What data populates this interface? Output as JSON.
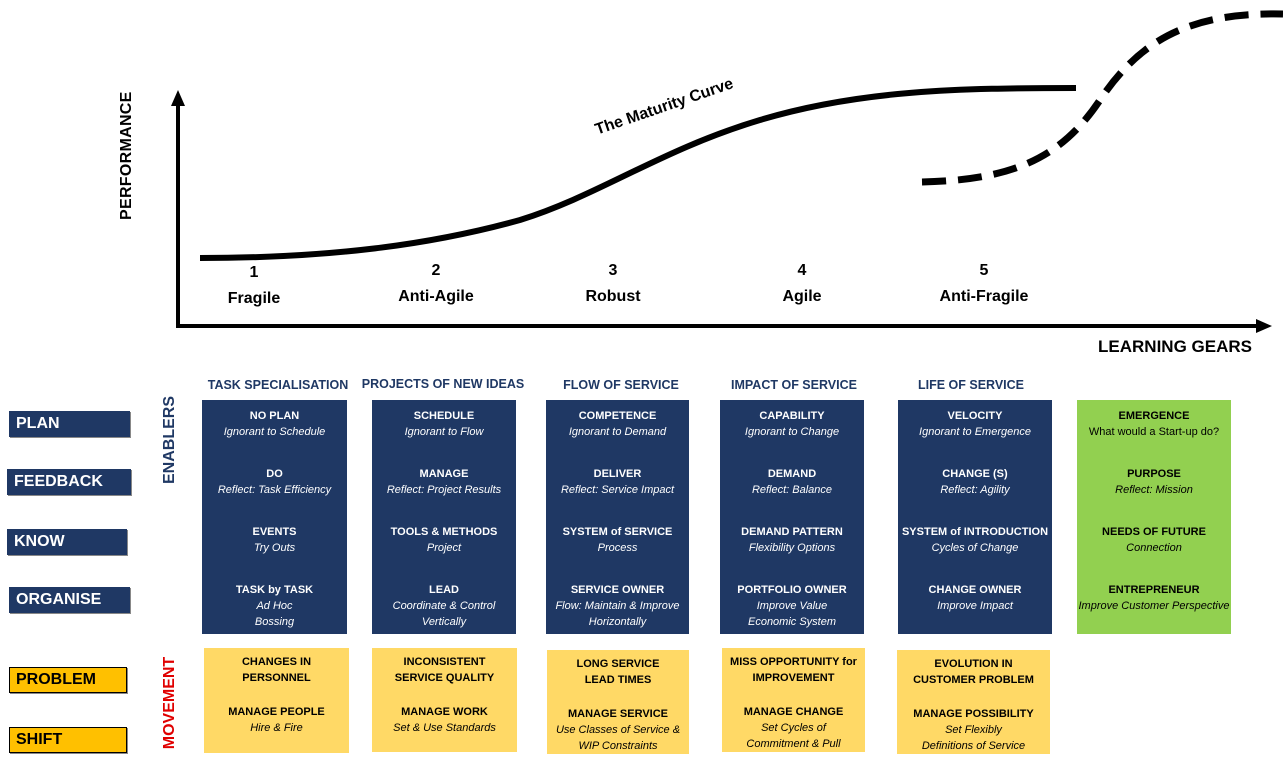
{
  "axes": {
    "y_label": "PERFORMANCE",
    "x_label": "LEARNING GEARS"
  },
  "curve_title": "The Maturity Curve",
  "stages": [
    {
      "num": "1",
      "name": "Fragile"
    },
    {
      "num": "2",
      "name": "Anti-Agile"
    },
    {
      "num": "3",
      "name": "Robust"
    },
    {
      "num": "4",
      "name": "Agile"
    },
    {
      "num": "5",
      "name": "Anti-Fragile"
    }
  ],
  "column_headers": [
    "TASK SPECIALISATION",
    "PROJECTS OF NEW IDEAS",
    "FLOW OF SERVICE",
    "IMPACT OF SERVICE",
    "LIFE OF SERVICE"
  ],
  "side_labels": {
    "plan": "PLAN",
    "feedback": "FEEDBACK",
    "know": "KNOW",
    "organise": "ORGANISE",
    "problem": "PROBLEM",
    "shift": "SHIFT"
  },
  "vertical_labels": {
    "enablers": "ENABLERS",
    "movement": "MOVEMENT"
  },
  "enablers": [
    {
      "plan": {
        "title": "NO PLAN",
        "sub": "Ignorant to Schedule"
      },
      "feedback": {
        "title": "DO",
        "sub": "Reflect: Task Efficiency"
      },
      "know": {
        "title": "EVENTS",
        "sub": "Try Outs"
      },
      "organise": {
        "title": "TASK by TASK",
        "sub": "Ad Hoc",
        "sub2": "Bossing"
      }
    },
    {
      "plan": {
        "title": "SCHEDULE",
        "sub": "Ignorant to Flow"
      },
      "feedback": {
        "title": "MANAGE",
        "sub": "Reflect: Project Results"
      },
      "know": {
        "title": "TOOLS & METHODS",
        "sub": "Project"
      },
      "organise": {
        "title": "LEAD",
        "sub": "Coordinate & Control",
        "sub2": "Vertically"
      }
    },
    {
      "plan": {
        "title": "COMPETENCE",
        "sub": "Ignorant to Demand"
      },
      "feedback": {
        "title": "DELIVER",
        "sub": "Reflect: Service Impact"
      },
      "know": {
        "title": "SYSTEM of SERVICE",
        "sub": "Process"
      },
      "organise": {
        "title": "SERVICE OWNER",
        "sub": "Flow: Maintain & Improve",
        "sub2": "Horizontally"
      }
    },
    {
      "plan": {
        "title": "CAPABILITY",
        "sub": "Ignorant to Change"
      },
      "feedback": {
        "title": "DEMAND",
        "sub": "Reflect: Balance"
      },
      "know": {
        "title": "DEMAND PATTERN",
        "sub": "Flexibility Options"
      },
      "organise": {
        "title": "PORTFOLIO OWNER",
        "sub": "Improve Value",
        "sub2": "Economic System"
      }
    },
    {
      "plan": {
        "title": "VELOCITY",
        "sub": "Ignorant to Emergence"
      },
      "feedback": {
        "title": "CHANGE (S)",
        "sub": "Reflect: Agility"
      },
      "know": {
        "title": "SYSTEM of INTRODUCTION",
        "sub": "Cycles of Change"
      },
      "organise": {
        "title": "CHANGE OWNER",
        "sub": "Improve Impact"
      }
    }
  ],
  "future": {
    "plan": {
      "title": "EMERGENCE",
      "sub": "What would a Start-up do?"
    },
    "feedback": {
      "title": "PURPOSE",
      "sub": "Reflect: Mission"
    },
    "know": {
      "title": "NEEDS OF FUTURE",
      "sub": "Connection"
    },
    "organise": {
      "title": "ENTREPRENEUR",
      "sub": "Improve Customer Perspective"
    }
  },
  "movement": [
    {
      "problem": {
        "line1": "CHANGES IN",
        "line2": "PERSONNEL"
      },
      "shift": {
        "title": "MANAGE PEOPLE",
        "sub": "Hire & Fire"
      }
    },
    {
      "problem": {
        "line1": "INCONSISTENT",
        "line2": "SERVICE QUALITY"
      },
      "shift": {
        "title": "MANAGE WORK",
        "sub": "Set & Use Standards"
      }
    },
    {
      "problem": {
        "line1": "LONG SERVICE",
        "line2": "LEAD TIMES"
      },
      "shift": {
        "title": "MANAGE SERVICE",
        "sub": "Use Classes of Service &",
        "sub2": "WIP Constraints"
      }
    },
    {
      "problem": {
        "line1": "MISS OPPORTUNITY for",
        "line2": "IMPROVEMENT"
      },
      "shift": {
        "title": "MANAGE CHANGE",
        "sub": "Set Cycles of",
        "sub2": "Commitment & Pull"
      }
    },
    {
      "problem": {
        "line1": "EVOLUTION IN",
        "line2": "CUSTOMER PROBLEM"
      },
      "shift": {
        "title": "MANAGE POSSIBILITY",
        "sub": "Set Flexibly",
        "sub2": "Definitions of Service"
      }
    }
  ]
}
